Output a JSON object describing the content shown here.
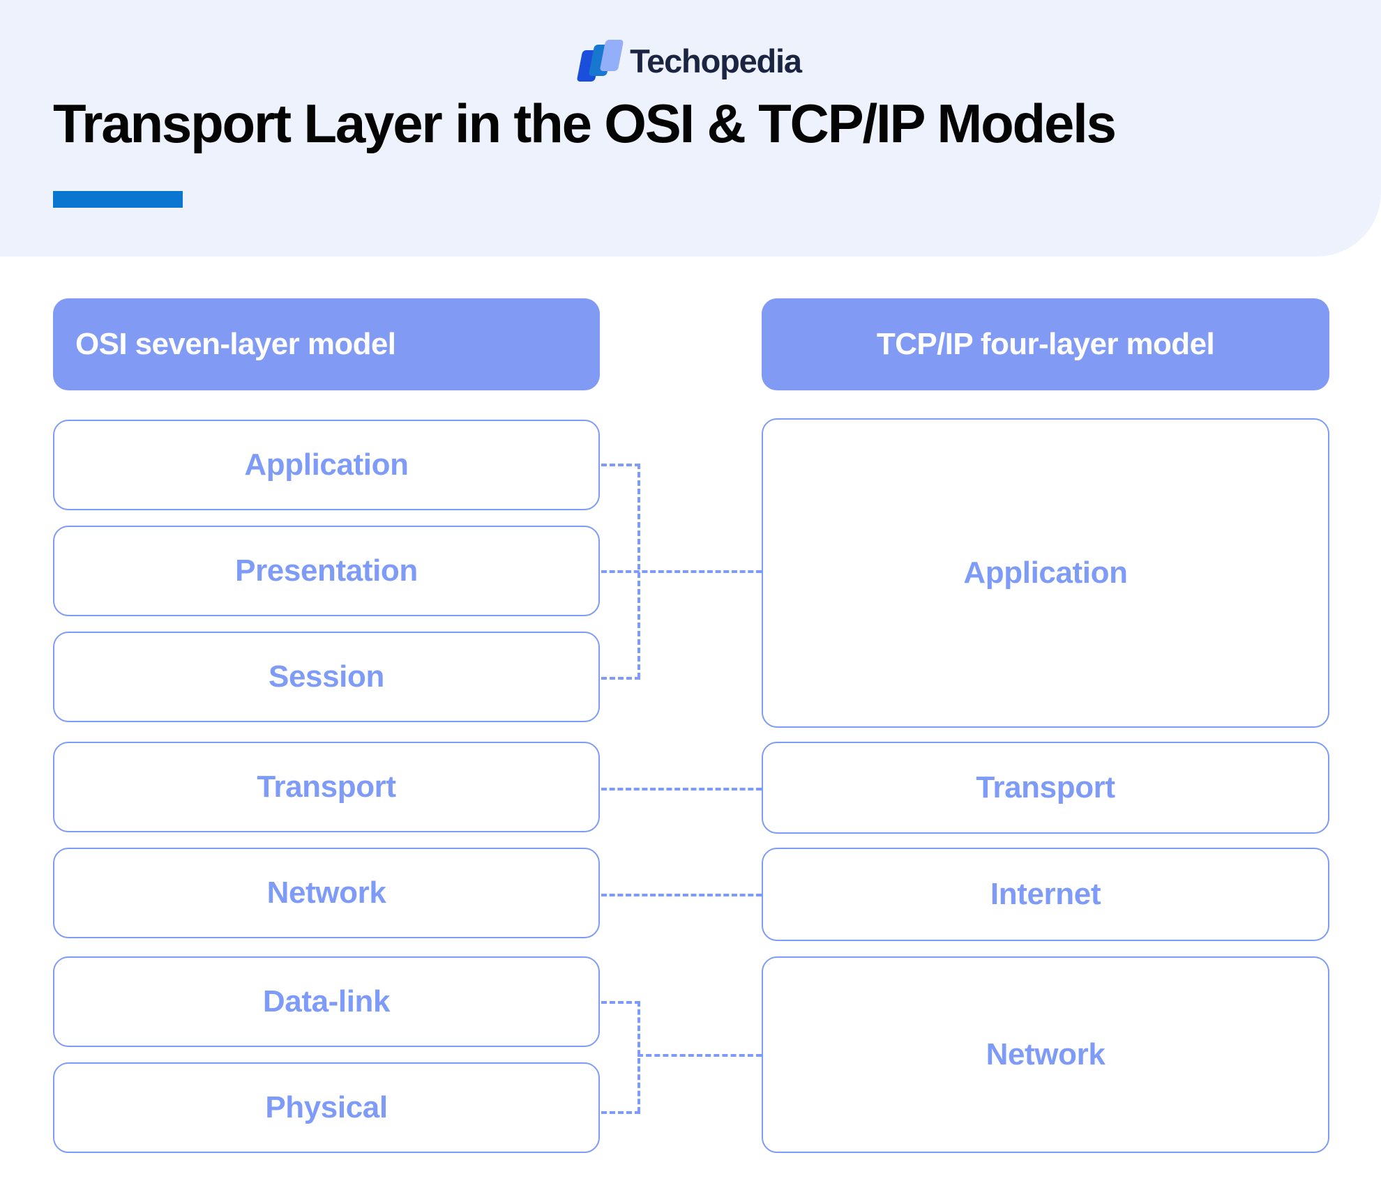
{
  "brand": {
    "logo_icon": "techopedia-logo-icon",
    "name": "Techopedia",
    "logo_colors": [
      "#1A4EDB",
      "#1877CE",
      "#93AFFA"
    ]
  },
  "header": {
    "title": "Transport Layer in the OSI & TCP/IP Models",
    "accent_color": "#0B76D0",
    "band_color": "#EDF2FD"
  },
  "diagram": {
    "type": "comparison-diagram",
    "accent_color": "#7E9BF7",
    "banner_color": "#819BF5",
    "osi": {
      "heading": "OSI seven-layer model",
      "layers": [
        {
          "label": "Application"
        },
        {
          "label": "Presentation"
        },
        {
          "label": "Session"
        },
        {
          "label": "Transport"
        },
        {
          "label": "Network"
        },
        {
          "label": "Data-link"
        },
        {
          "label": "Physical"
        }
      ]
    },
    "tcpip": {
      "heading": "TCP/IP four-layer model",
      "layers": [
        {
          "label": "Application"
        },
        {
          "label": "Transport"
        },
        {
          "label": "Internet"
        },
        {
          "label": "Network"
        }
      ]
    },
    "mappings": [
      {
        "from": [
          "Application",
          "Presentation",
          "Session"
        ],
        "to": "Application",
        "style": "bracket"
      },
      {
        "from": [
          "Transport"
        ],
        "to": "Transport",
        "style": "straight"
      },
      {
        "from": [
          "Network"
        ],
        "to": "Internet",
        "style": "straight"
      },
      {
        "from": [
          "Data-link",
          "Physical"
        ],
        "to": "Network",
        "style": "bracket"
      }
    ]
  }
}
